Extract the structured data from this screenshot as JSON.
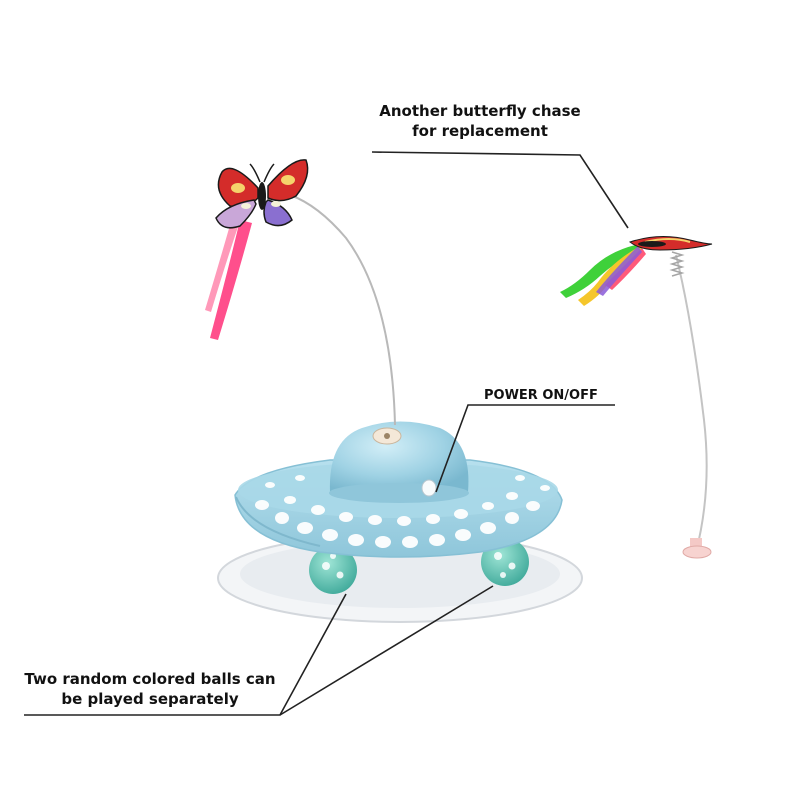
{
  "callouts": {
    "replacement": {
      "line1": "Another butterfly chase",
      "line2": "for replacement"
    },
    "power": {
      "text": "POWER ON/OFF"
    },
    "balls": {
      "line1": "Two random colored balls can",
      "line2": "be played separately"
    }
  },
  "colors": {
    "toy_body": "#a9d8e8",
    "toy_shadow": "#7fbcd2",
    "base_plate": "#f2f4f6",
    "ball": "#5ec8b8",
    "wire": "#b8b8b8",
    "butterfly_red": "#d42c2a",
    "ribbon_pink": "#ff4f8c",
    "ribbon_green": "#3fd13a",
    "leader_line": "#222222"
  }
}
